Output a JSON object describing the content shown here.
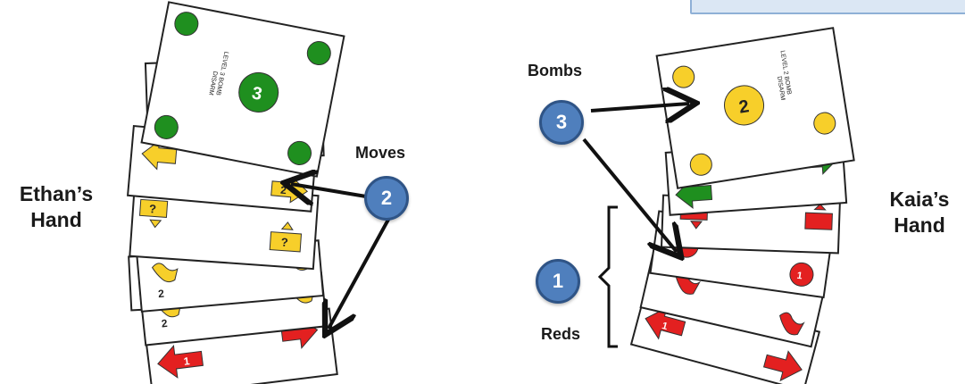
{
  "labels": {
    "left_hand": "Ethan’s Hand",
    "left_hand_line1": "Ethan’s",
    "left_hand_line2": "Hand",
    "right_hand_line1": "Kaia’s",
    "right_hand_line2": "Hand",
    "moves": "Moves",
    "bombs": "Bombs",
    "reds": "Reds"
  },
  "callouts": {
    "reds": "1",
    "moves": "2",
    "bombs": "3"
  },
  "cards": {
    "left_top_title_line1": "DISARM",
    "left_top_title_line2": "LEVEL 3 BOMB",
    "left_top_number": "3",
    "right_top_title_line1": "DISARM",
    "right_top_title_line2": "LEVEL 2 BOMB",
    "right_top_number": "2",
    "yellow_number": "2",
    "red_number": "1",
    "green_number": "3",
    "unknown_number": "?"
  },
  "colors": {
    "green": "#1f8f1f",
    "yellow": "#f7cf2a",
    "red": "#e32020",
    "callout_fill": "#4f7fbd",
    "callout_border": "#2f5486"
  }
}
